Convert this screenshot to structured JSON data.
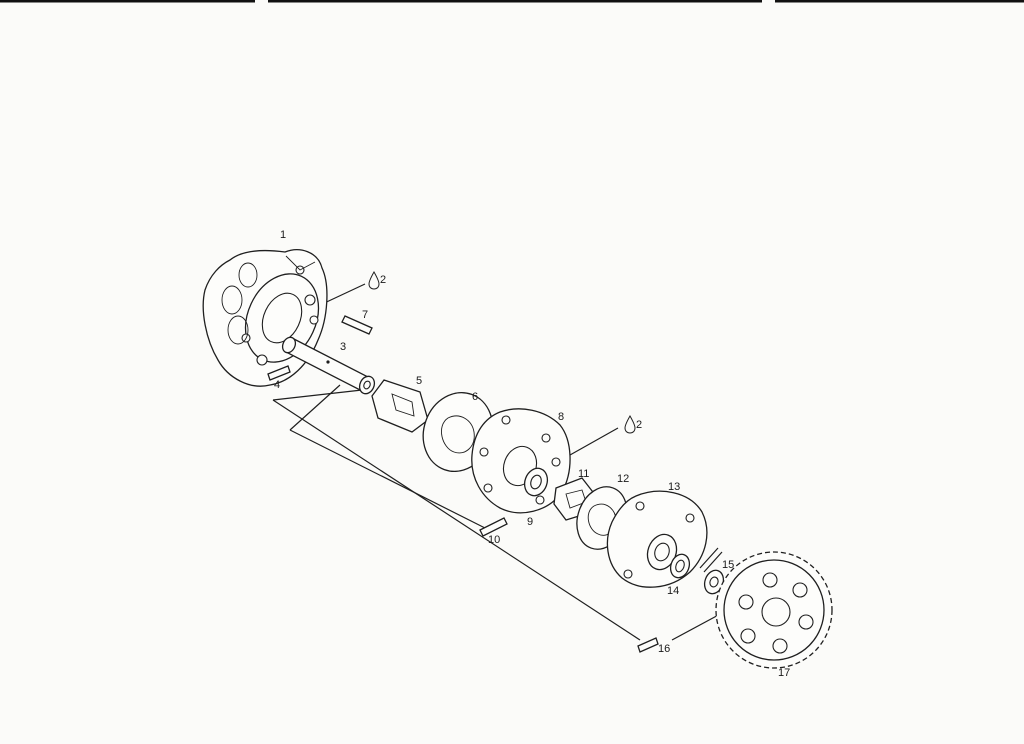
{
  "callouts": [
    {
      "id": "c1",
      "text": "1"
    },
    {
      "id": "c2a",
      "text": "2"
    },
    {
      "id": "c2b",
      "text": "2"
    },
    {
      "id": "c3",
      "text": "3"
    },
    {
      "id": "c4",
      "text": "4"
    },
    {
      "id": "c5",
      "text": "5"
    },
    {
      "id": "c6",
      "text": "6"
    },
    {
      "id": "c7",
      "text": "7"
    },
    {
      "id": "c8",
      "text": "8"
    },
    {
      "id": "c9",
      "text": "9"
    },
    {
      "id": "c10",
      "text": "10"
    },
    {
      "id": "c11",
      "text": "11"
    },
    {
      "id": "c12",
      "text": "12"
    },
    {
      "id": "c13",
      "text": "13"
    },
    {
      "id": "c14",
      "text": "14"
    },
    {
      "id": "c15",
      "text": "15"
    },
    {
      "id": "c16",
      "text": "16"
    },
    {
      "id": "c17",
      "text": "17"
    }
  ],
  "icons": {
    "sealant": "sealant-drop-icon"
  }
}
